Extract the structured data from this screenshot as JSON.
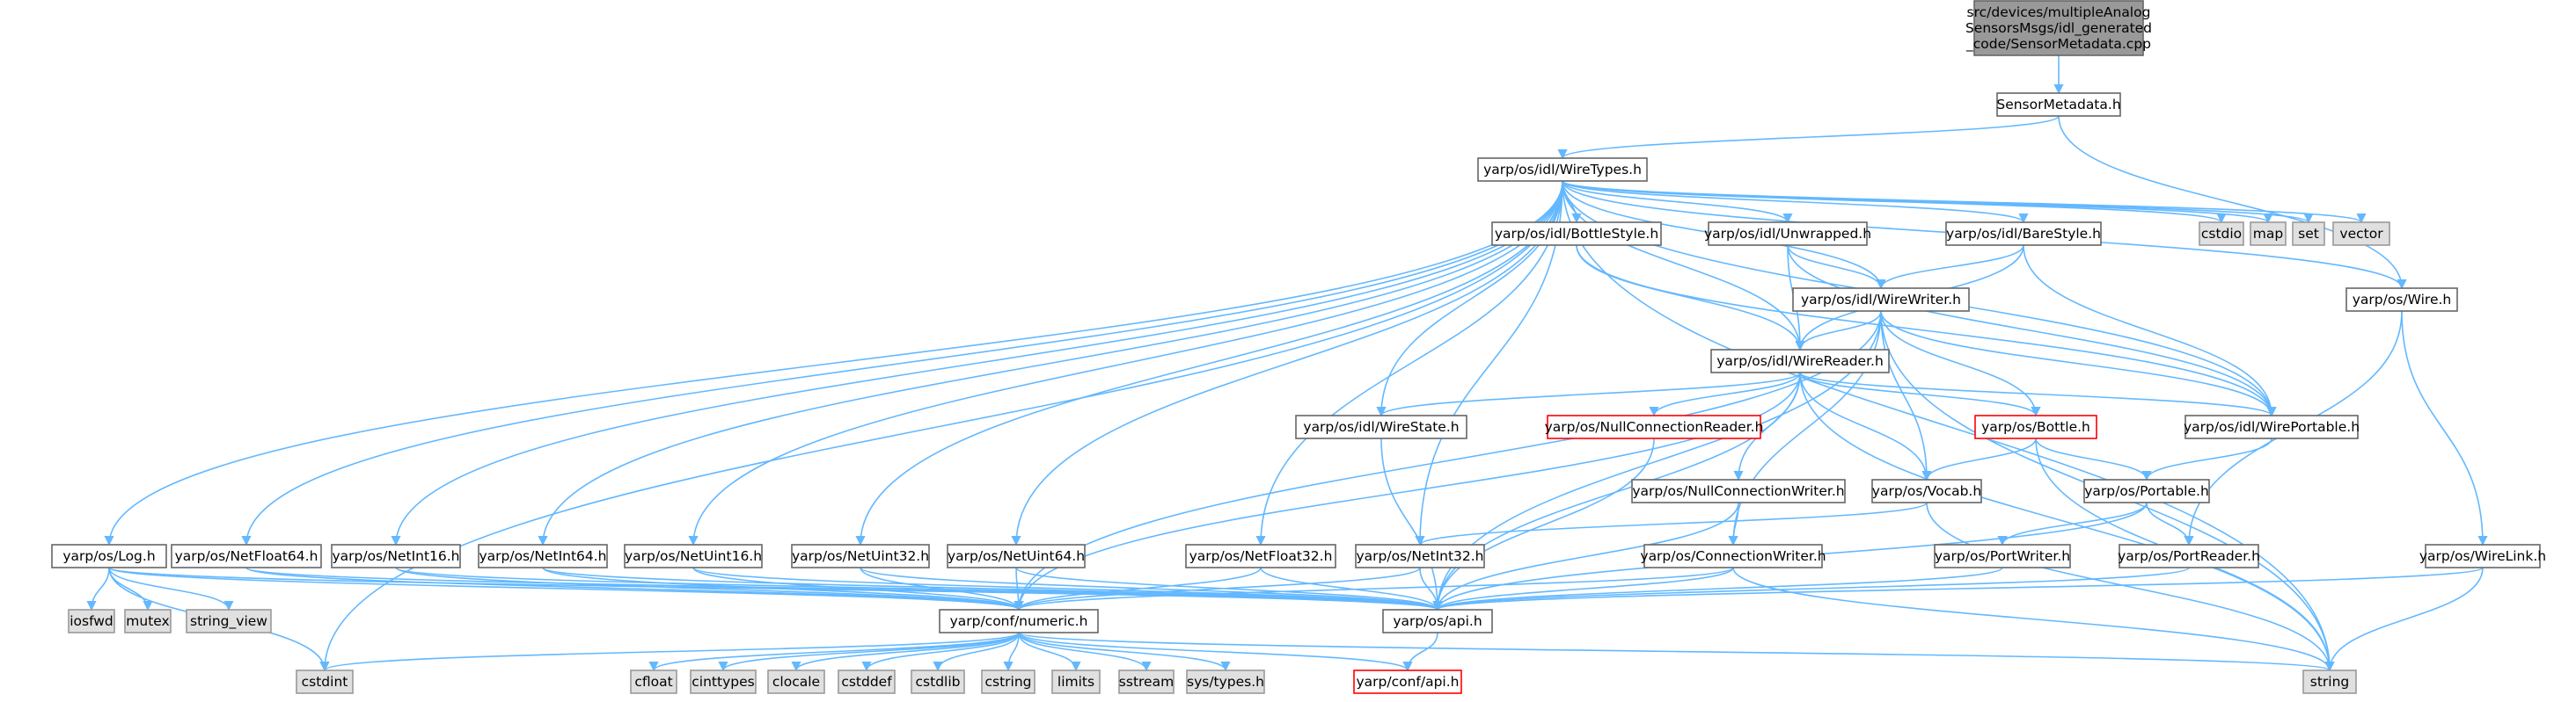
{
  "colors": {
    "edge": "#63b8ff",
    "root_fill": "#999999",
    "root_border": "#666666",
    "header_fill": "#ffffff",
    "header_border": "#666666",
    "system_fill": "#e0e0e0",
    "system_border": "#999999",
    "missing_border": "#ff0000"
  },
  "nodes": [
    {
      "id": "root",
      "kind": "root",
      "lines": [
        "src/devices/multipleAnalog",
        "SensorsMsgs/idl_generated",
        "_code/SensorMetadata.cpp"
      ]
    },
    {
      "id": "sensormetadata",
      "kind": "header",
      "lines": [
        "SensorMetadata.h"
      ]
    },
    {
      "id": "wiretypes",
      "kind": "header",
      "lines": [
        "yarp/os/idl/WireTypes.h"
      ]
    },
    {
      "id": "bottlestyle",
      "kind": "header",
      "lines": [
        "yarp/os/idl/BottleStyle.h"
      ]
    },
    {
      "id": "unwrapped",
      "kind": "header",
      "lines": [
        "yarp/os/idl/Unwrapped.h"
      ]
    },
    {
      "id": "barestyle",
      "kind": "header",
      "lines": [
        "yarp/os/idl/BareStyle.h"
      ]
    },
    {
      "id": "cstdio",
      "kind": "system",
      "lines": [
        "cstdio"
      ]
    },
    {
      "id": "map",
      "kind": "system",
      "lines": [
        "map"
      ]
    },
    {
      "id": "set",
      "kind": "system",
      "lines": [
        "set"
      ]
    },
    {
      "id": "vector",
      "kind": "system",
      "lines": [
        "vector"
      ]
    },
    {
      "id": "wirewriter",
      "kind": "header",
      "lines": [
        "yarp/os/idl/WireWriter.h"
      ]
    },
    {
      "id": "wire",
      "kind": "header",
      "lines": [
        "yarp/os/Wire.h"
      ]
    },
    {
      "id": "wirereader",
      "kind": "header",
      "lines": [
        "yarp/os/idl/WireReader.h"
      ]
    },
    {
      "id": "wirestate",
      "kind": "header",
      "lines": [
        "yarp/os/idl/WireState.h"
      ]
    },
    {
      "id": "nullconnreader",
      "kind": "missing",
      "lines": [
        "yarp/os/NullConnectionReader.h"
      ]
    },
    {
      "id": "bottle",
      "kind": "missing",
      "lines": [
        "yarp/os/Bottle.h"
      ]
    },
    {
      "id": "wireportable",
      "kind": "header",
      "lines": [
        "yarp/os/idl/WirePortable.h"
      ]
    },
    {
      "id": "nullconnwriter",
      "kind": "header",
      "lines": [
        "yarp/os/NullConnectionWriter.h"
      ]
    },
    {
      "id": "vocab",
      "kind": "header",
      "lines": [
        "yarp/os/Vocab.h"
      ]
    },
    {
      "id": "portable",
      "kind": "header",
      "lines": [
        "yarp/os/Portable.h"
      ]
    },
    {
      "id": "log",
      "kind": "header",
      "lines": [
        "yarp/os/Log.h"
      ]
    },
    {
      "id": "netfloat64",
      "kind": "header",
      "lines": [
        "yarp/os/NetFloat64.h"
      ]
    },
    {
      "id": "netint16",
      "kind": "header",
      "lines": [
        "yarp/os/NetInt16.h"
      ]
    },
    {
      "id": "netint64",
      "kind": "header",
      "lines": [
        "yarp/os/NetInt64.h"
      ]
    },
    {
      "id": "netuint16",
      "kind": "header",
      "lines": [
        "yarp/os/NetUint16.h"
      ]
    },
    {
      "id": "netuint32",
      "kind": "header",
      "lines": [
        "yarp/os/NetUint32.h"
      ]
    },
    {
      "id": "netuint64",
      "kind": "header",
      "lines": [
        "yarp/os/NetUint64.h"
      ]
    },
    {
      "id": "netfloat32",
      "kind": "header",
      "lines": [
        "yarp/os/NetFloat32.h"
      ]
    },
    {
      "id": "netint32",
      "kind": "header",
      "lines": [
        "yarp/os/NetInt32.h"
      ]
    },
    {
      "id": "connwriter",
      "kind": "header",
      "lines": [
        "yarp/os/ConnectionWriter.h"
      ]
    },
    {
      "id": "portwriter",
      "kind": "header",
      "lines": [
        "yarp/os/PortWriter.h"
      ]
    },
    {
      "id": "portreader",
      "kind": "header",
      "lines": [
        "yarp/os/PortReader.h"
      ]
    },
    {
      "id": "wirelink",
      "kind": "header",
      "lines": [
        "yarp/os/WireLink.h"
      ]
    },
    {
      "id": "iosfwd",
      "kind": "system",
      "lines": [
        "iosfwd"
      ]
    },
    {
      "id": "mutex",
      "kind": "system",
      "lines": [
        "mutex"
      ]
    },
    {
      "id": "string_view",
      "kind": "system",
      "lines": [
        "string_view"
      ]
    },
    {
      "id": "numeric",
      "kind": "header",
      "lines": [
        "yarp/conf/numeric.h"
      ]
    },
    {
      "id": "osapi",
      "kind": "header",
      "lines": [
        "yarp/os/api.h"
      ]
    },
    {
      "id": "cstdint",
      "kind": "system",
      "lines": [
        "cstdint"
      ]
    },
    {
      "id": "cfloat",
      "kind": "system",
      "lines": [
        "cfloat"
      ]
    },
    {
      "id": "cinttypes",
      "kind": "system",
      "lines": [
        "cinttypes"
      ]
    },
    {
      "id": "clocale",
      "kind": "system",
      "lines": [
        "clocale"
      ]
    },
    {
      "id": "cstddef",
      "kind": "system",
      "lines": [
        "cstddef"
      ]
    },
    {
      "id": "cstdlib",
      "kind": "system",
      "lines": [
        "cstdlib"
      ]
    },
    {
      "id": "cstring",
      "kind": "system",
      "lines": [
        "cstring"
      ]
    },
    {
      "id": "limits",
      "kind": "system",
      "lines": [
        "limits"
      ]
    },
    {
      "id": "sstream",
      "kind": "system",
      "lines": [
        "sstream"
      ]
    },
    {
      "id": "systypes",
      "kind": "system",
      "lines": [
        "sys/types.h"
      ]
    },
    {
      "id": "confapi",
      "kind": "missing",
      "lines": [
        "yarp/conf/api.h"
      ]
    },
    {
      "id": "string",
      "kind": "system",
      "lines": [
        "string"
      ]
    }
  ],
  "edges": [
    [
      "root",
      "sensormetadata"
    ],
    [
      "sensormetadata",
      "wiretypes"
    ],
    [
      "sensormetadata",
      "wire"
    ],
    [
      "wiretypes",
      "bottlestyle"
    ],
    [
      "wiretypes",
      "unwrapped"
    ],
    [
      "wiretypes",
      "barestyle"
    ],
    [
      "wiretypes",
      "cstdio"
    ],
    [
      "wiretypes",
      "map"
    ],
    [
      "wiretypes",
      "set"
    ],
    [
      "wiretypes",
      "vector"
    ],
    [
      "wiretypes",
      "string"
    ],
    [
      "wiretypes",
      "cstdint"
    ],
    [
      "wiretypes",
      "wirewriter"
    ],
    [
      "wiretypes",
      "wirereader"
    ],
    [
      "wiretypes",
      "wirestate"
    ],
    [
      "wiretypes",
      "wireportable"
    ],
    [
      "wiretypes",
      "wire"
    ],
    [
      "wiretypes",
      "log"
    ],
    [
      "wiretypes",
      "netfloat64"
    ],
    [
      "wiretypes",
      "netint16"
    ],
    [
      "wiretypes",
      "netint64"
    ],
    [
      "wiretypes",
      "netuint16"
    ],
    [
      "wiretypes",
      "netuint32"
    ],
    [
      "wiretypes",
      "netuint64"
    ],
    [
      "wiretypes",
      "netfloat32"
    ],
    [
      "wiretypes",
      "netint32"
    ],
    [
      "bottlestyle",
      "wirereader"
    ],
    [
      "bottlestyle",
      "wireportable"
    ],
    [
      "unwrapped",
      "wirewriter"
    ],
    [
      "unwrapped",
      "wirereader"
    ],
    [
      "unwrapped",
      "wireportable"
    ],
    [
      "barestyle",
      "wirewriter"
    ],
    [
      "barestyle",
      "wirereader"
    ],
    [
      "barestyle",
      "wireportable"
    ],
    [
      "wirewriter",
      "wirereader"
    ],
    [
      "wirewriter",
      "wireportable"
    ],
    [
      "wirewriter",
      "bottle"
    ],
    [
      "wirewriter",
      "vocab"
    ],
    [
      "wirewriter",
      "connwriter"
    ],
    [
      "wirewriter",
      "osapi"
    ],
    [
      "wirewriter",
      "numeric"
    ],
    [
      "wirewriter",
      "string"
    ],
    [
      "wirereader",
      "wirestate"
    ],
    [
      "wirereader",
      "nullconnreader"
    ],
    [
      "wirereader",
      "bottle"
    ],
    [
      "wirereader",
      "wireportable"
    ],
    [
      "wirereader",
      "nullconnwriter"
    ],
    [
      "wirereader",
      "vocab"
    ],
    [
      "wirereader",
      "osapi"
    ],
    [
      "wirereader",
      "numeric"
    ],
    [
      "wirereader",
      "string"
    ],
    [
      "wirestate",
      "osapi"
    ],
    [
      "nullconnreader",
      "osapi"
    ],
    [
      "bottle",
      "vocab"
    ],
    [
      "bottle",
      "portable"
    ],
    [
      "bottle",
      "string"
    ],
    [
      "wireportable",
      "portable"
    ],
    [
      "nullconnwriter",
      "connwriter"
    ],
    [
      "nullconnwriter",
      "osapi"
    ],
    [
      "vocab",
      "netint32"
    ],
    [
      "vocab",
      "string"
    ],
    [
      "portable",
      "portwriter"
    ],
    [
      "portable",
      "portreader"
    ],
    [
      "portable",
      "osapi"
    ],
    [
      "wire",
      "portreader"
    ],
    [
      "wire",
      "wirelink"
    ],
    [
      "log",
      "iosfwd"
    ],
    [
      "log",
      "mutex"
    ],
    [
      "log",
      "string_view"
    ],
    [
      "log",
      "cstdint"
    ],
    [
      "log",
      "osapi"
    ],
    [
      "log",
      "numeric"
    ],
    [
      "netfloat64",
      "numeric"
    ],
    [
      "netfloat64",
      "osapi"
    ],
    [
      "netint16",
      "numeric"
    ],
    [
      "netint16",
      "osapi"
    ],
    [
      "netint64",
      "numeric"
    ],
    [
      "netint64",
      "osapi"
    ],
    [
      "netuint16",
      "numeric"
    ],
    [
      "netuint16",
      "osapi"
    ],
    [
      "netuint32",
      "numeric"
    ],
    [
      "netuint32",
      "osapi"
    ],
    [
      "netuint64",
      "numeric"
    ],
    [
      "netuint64",
      "osapi"
    ],
    [
      "netfloat32",
      "numeric"
    ],
    [
      "netfloat32",
      "osapi"
    ],
    [
      "netint32",
      "numeric"
    ],
    [
      "netint32",
      "osapi"
    ],
    [
      "connwriter",
      "osapi"
    ],
    [
      "connwriter",
      "string"
    ],
    [
      "connwriter",
      "numeric"
    ],
    [
      "portwriter",
      "osapi"
    ],
    [
      "portreader",
      "osapi"
    ],
    [
      "wirelink",
      "osapi"
    ],
    [
      "wirelink",
      "string"
    ],
    [
      "numeric",
      "cstdint"
    ],
    [
      "numeric",
      "cfloat"
    ],
    [
      "numeric",
      "cinttypes"
    ],
    [
      "numeric",
      "clocale"
    ],
    [
      "numeric",
      "cstddef"
    ],
    [
      "numeric",
      "cstdlib"
    ],
    [
      "numeric",
      "cstring"
    ],
    [
      "numeric",
      "limits"
    ],
    [
      "numeric",
      "sstream"
    ],
    [
      "numeric",
      "systypes"
    ],
    [
      "numeric",
      "confapi"
    ],
    [
      "numeric",
      "string"
    ],
    [
      "osapi",
      "confapi"
    ]
  ]
}
